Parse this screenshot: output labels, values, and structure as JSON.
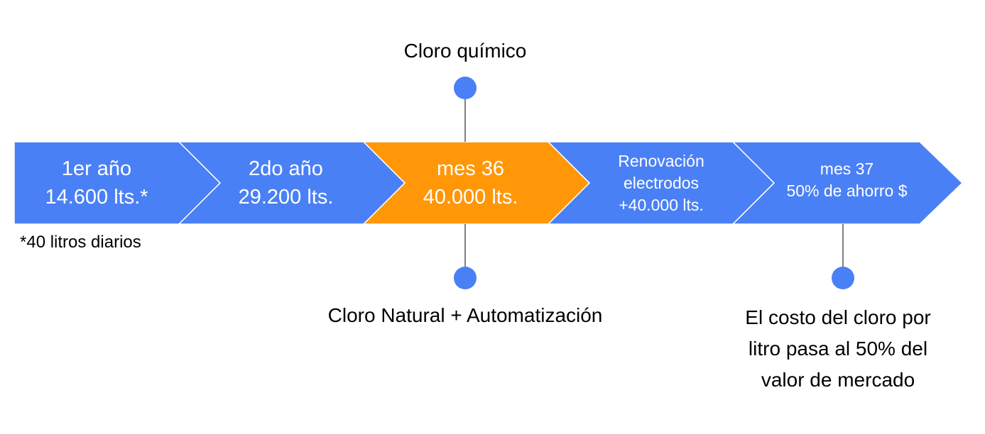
{
  "segments": [
    {
      "lines": [
        "1er año",
        "14.600 lts.*"
      ],
      "color": "#4a80f5"
    },
    {
      "lines": [
        "2do año",
        "29.200 lts."
      ],
      "color": "#4a80f5"
    },
    {
      "lines": [
        "mes 36",
        "40.000 lts."
      ],
      "color": "#ff9708"
    },
    {
      "lines": [
        "Renovación",
        "electrodos",
        "+40.000 lts."
      ],
      "color": "#4a80f5"
    },
    {
      "lines": [
        "mes 37",
        "50% de ahorro $"
      ],
      "color": "#4a80f5"
    }
  ],
  "footnote": "*40 litros diarios",
  "markers": {
    "top": {
      "lines": [
        "Cloro químico"
      ]
    },
    "bottom_mid": {
      "lines": [
        "Cloro Natural + Automatización"
      ]
    },
    "bottom_right": {
      "lines": [
        "El costo del cloro por",
        "litro pasa al 50% del",
        "valor de mercado"
      ]
    }
  },
  "colors": {
    "blue": "#4a80f5",
    "orange": "#ff9708",
    "line": "#555555"
  }
}
